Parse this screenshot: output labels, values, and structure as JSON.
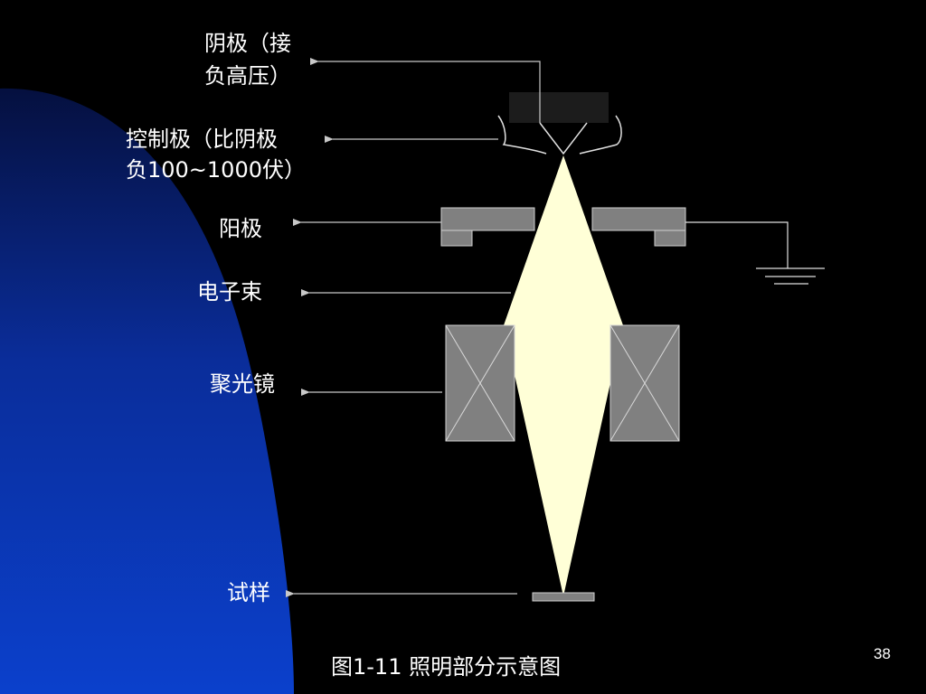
{
  "labels": {
    "cathode_line1": "阴极（接",
    "cathode_line2": "负高压）",
    "control_line1": "控制极（比阴极",
    "control_line2": "负100~1000伏）",
    "anode": "阳极",
    "electron_beam": "电子束",
    "condenser": "聚光镜",
    "specimen": "试样"
  },
  "caption": "图1-11 照明部分示意图",
  "page_number": "38",
  "colors": {
    "background": "#000000",
    "left_panel_top": "#06124a",
    "left_panel_bottom": "#0b3ec4",
    "beam": "#ffffd7",
    "component_gray": "#808080",
    "component_outline": "#d0d0d0"
  }
}
